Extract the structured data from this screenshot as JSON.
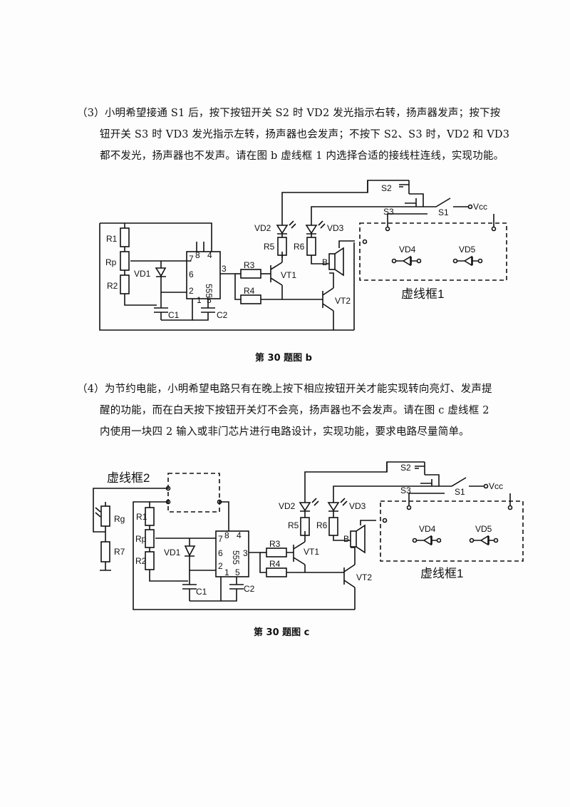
{
  "q3": {
    "line1": "（3）小明希望接通 S1 后，按下按钮开关 S2 时 VD2 发光指示右转，扬声器发声；按下按",
    "line2": "钮开关 S3 时 VD3 发光指示左转，扬声器也会发声；不按下 S2、S3 时，VD2 和 VD3",
    "line3": "都不发光，扬声器也不发声。请在图 b 虚线框 1 内选择合适的接线柱连线，实现功能。"
  },
  "q4": {
    "line1": "（4）为节约电能，小明希望电路只有在晚上按下相应按钮开关才能实现转向亮灯、发声提",
    "line2": "醒的功能，而在白天按下按钮开关灯不会亮，扬声器也不会发声。请在图 c 虚线框 2",
    "line3": "内使用一块四 2 输入或非门芯片进行电路设计，实现功能，要求电路尽量简单。"
  },
  "fig_b": {
    "caption": "第 30 题图 b",
    "labels": {
      "r1": "R1",
      "rp": "Rp",
      "r2": "R2",
      "vd1": "VD1",
      "c1": "C1",
      "c2": "C2",
      "pin7": "7",
      "pin8": "8",
      "pin4": "4",
      "pin6": "6",
      "pin2": "2",
      "pin1": "1",
      "pin5": "5",
      "pin3": "3",
      "chip": "555",
      "r3": "R3",
      "r4": "R4",
      "vt1": "VT1",
      "vt2": "VT2",
      "vd2": "VD2",
      "vd3": "VD3",
      "r5": "R5",
      "r6": "R6",
      "b": "B",
      "s1": "S1",
      "s2": "S2",
      "s3": "S3",
      "vcc": "Vcc",
      "vd4": "VD4",
      "vd5": "VD5",
      "box1": "虚线框1"
    }
  },
  "fig_c": {
    "caption": "第 30 题图 c",
    "labels": {
      "box2": "虚线框2",
      "rg": "Rg",
      "r7": "R7",
      "r1": "R1",
      "rp": "Rp",
      "r2": "R2",
      "vd1": "VD1",
      "c1": "C1",
      "c2": "C2",
      "pin7": "7",
      "pin8": "8",
      "pin4": "4",
      "pin6": "6",
      "pin2": "2",
      "pin1": "1",
      "pin5": "5",
      "pin3": "3",
      "chip": "555",
      "r3": "R3",
      "r4": "R4",
      "vt1": "VT1",
      "vt2": "VT2",
      "vd2": "VD2",
      "vd3": "VD3",
      "r5": "R5",
      "r6": "R6",
      "b": "B",
      "s1": "S1",
      "s2": "S2",
      "s3": "S3",
      "vcc": "Vcc",
      "vd4": "VD4",
      "vd5": "VD5",
      "box1": "虚线框1"
    }
  }
}
